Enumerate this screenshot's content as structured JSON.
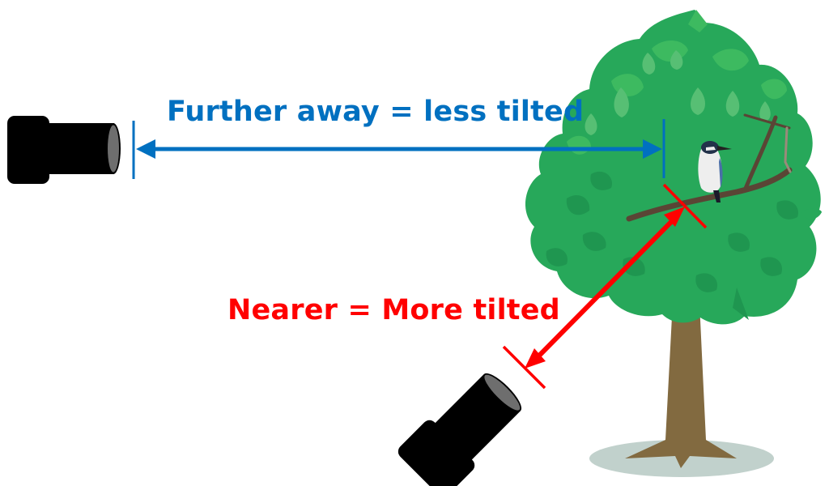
{
  "labels": {
    "far": "Further away = less tilted",
    "near": "Nearer = More tilted"
  },
  "colors": {
    "far_arrow": "#0070c0",
    "near_arrow": "#ff0000",
    "camera_body": "#000000",
    "lens_glass": "#6e6e6e",
    "foliage_base": "#27a85a",
    "foliage_light": "#3dba60",
    "foliage_dark": "#1f9650",
    "trunk": "#826a40",
    "branch": "#5a4535",
    "ground_shadow": "#c1d1cc",
    "bird_body": "#eeeeee",
    "bird_head": "#23324a"
  },
  "objects": {
    "far_camera": "camera-icon (distant, level)",
    "near_camera": "camera-icon (close, tilted)",
    "subject": "kingfisher bird perched on branch in tree"
  }
}
